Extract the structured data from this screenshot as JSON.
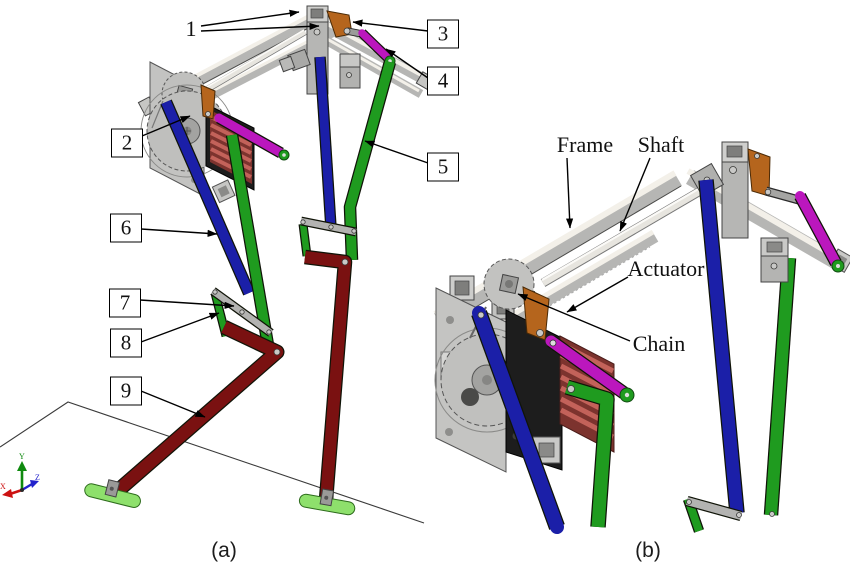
{
  "colors": {
    "blue": "#1b1fa8",
    "green": "#1f9b1f",
    "magenta": "#bb17bd",
    "darkred": "#7a1111",
    "orange": "#b5651d",
    "foot": "#8ee06c",
    "heatsink": "#c3625a",
    "heatsink_dark": "#7c332e",
    "frame_gray": "#b6b6b4",
    "frame_light": "#f3f0e9"
  },
  "view_a": {
    "caption": "(a)",
    "labels": [
      {
        "text": "1"
      },
      {
        "text": "2"
      },
      {
        "text": "3"
      },
      {
        "text": "4"
      },
      {
        "text": "5"
      },
      {
        "text": "6"
      },
      {
        "text": "7"
      },
      {
        "text": "8"
      },
      {
        "text": "9"
      }
    ]
  },
  "view_b": {
    "caption": "(b)",
    "labels": [
      {
        "text": "Frame"
      },
      {
        "text": "Shaft"
      },
      {
        "text": "Actuator"
      },
      {
        "text": "Chain"
      }
    ]
  },
  "triad": {
    "x": "X",
    "y": "Y",
    "z": "Z"
  }
}
